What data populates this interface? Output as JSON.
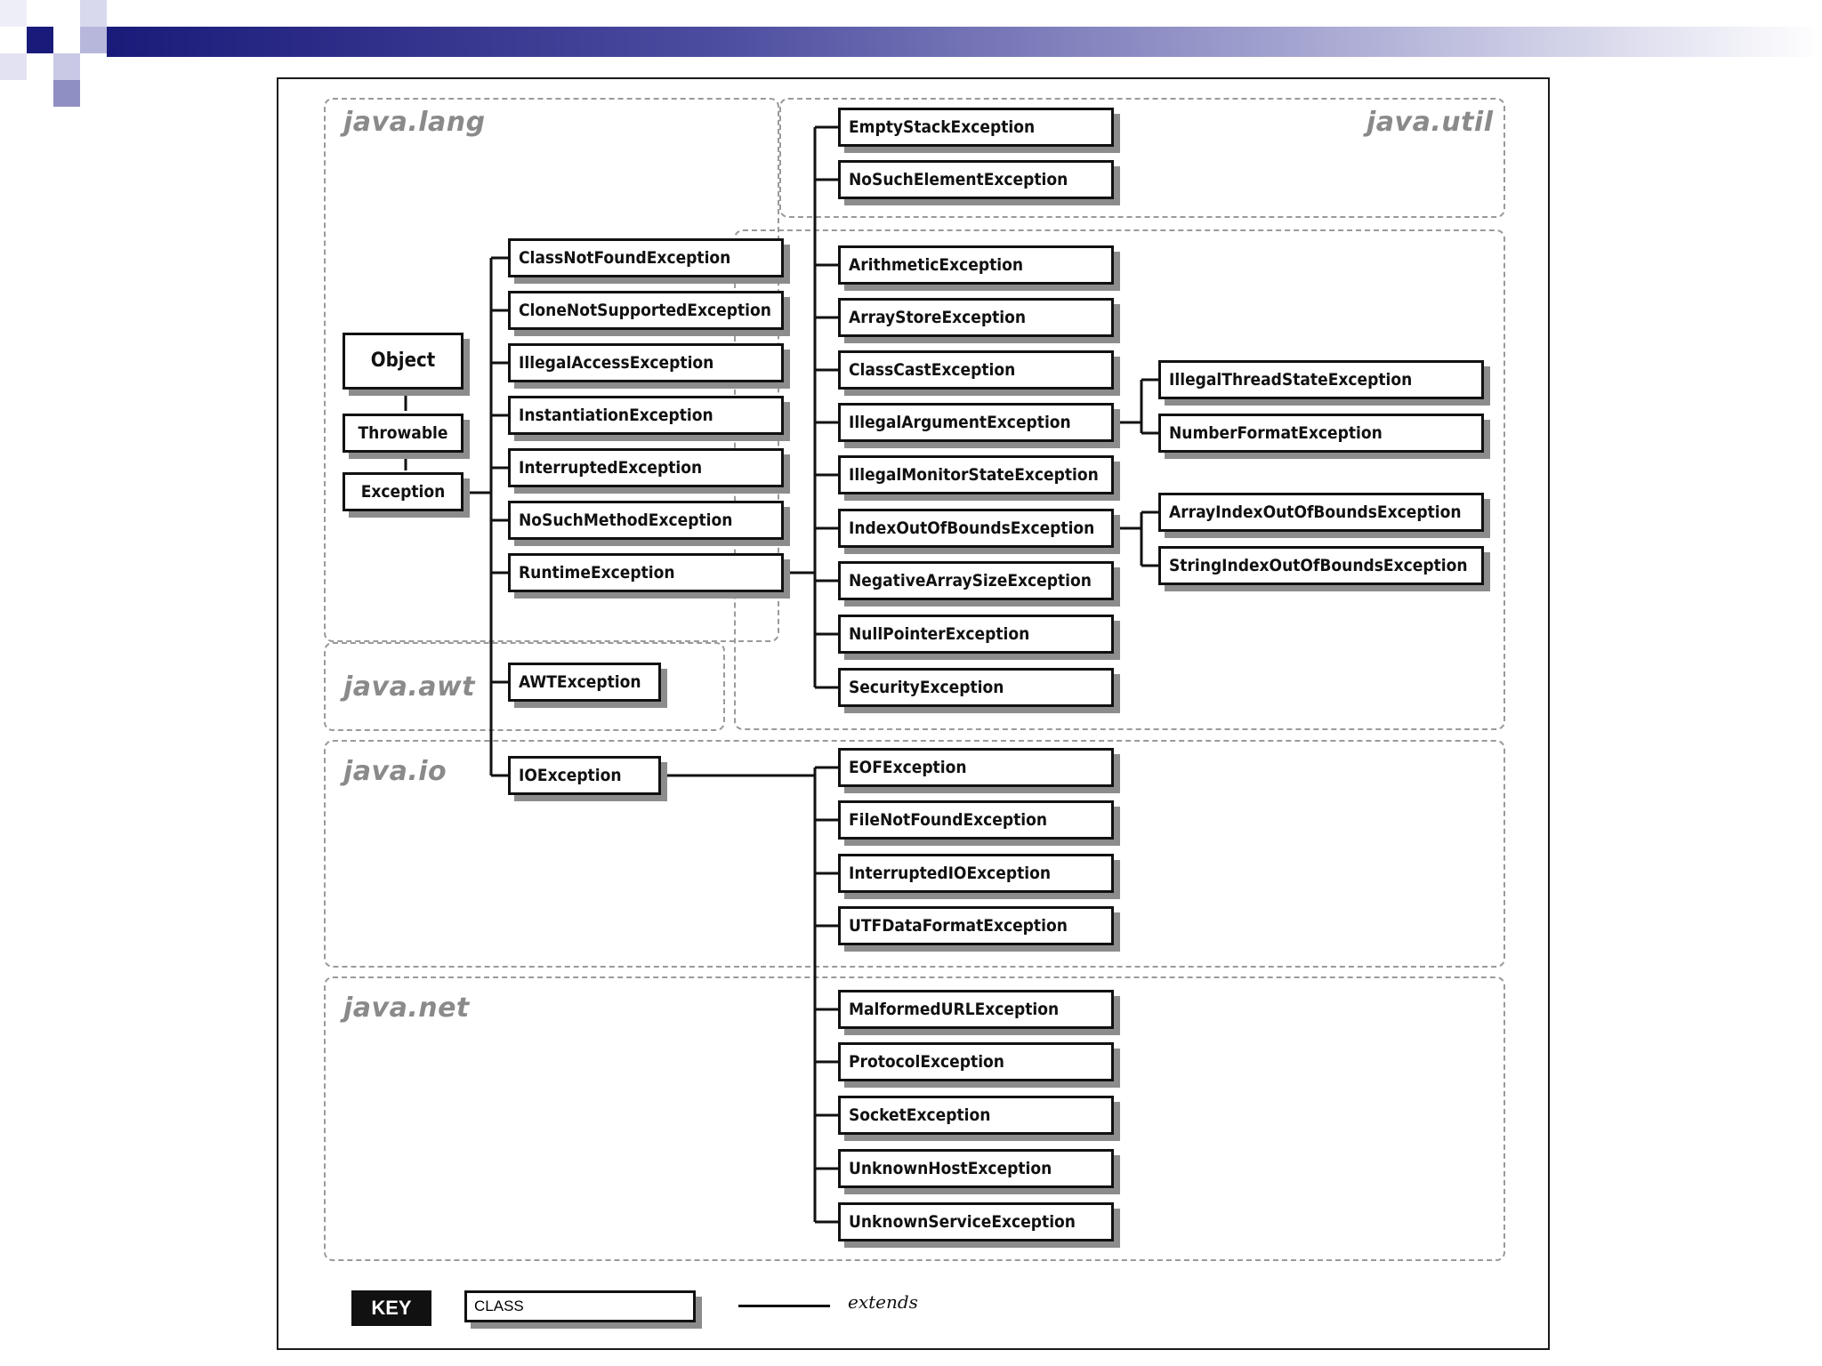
{
  "slide": {
    "banner_colors": [
      "#1a1a7a",
      "#4b4b9f",
      "#a6a6d2",
      "#ffffff"
    ]
  },
  "packages": {
    "java_lang": "java.lang",
    "java_util": "java.util",
    "java_awt": "java.awt",
    "java_io": "java.io",
    "java_net": "java.net"
  },
  "classes": {
    "object": "Object",
    "throwable": "Throwable",
    "exception": "Exception",
    "class_not_found": "ClassNotFoundException",
    "clone_not_supported": "CloneNotSupportedException",
    "illegal_access": "IllegalAccessException",
    "instantiation": "InstantiationException",
    "interrupted": "InterruptedException",
    "no_such_method": "NoSuchMethodException",
    "runtime": "RuntimeException",
    "awt": "AWTException",
    "io": "IOException",
    "empty_stack": "EmptyStackException",
    "no_such_element": "NoSuchElementException",
    "arithmetic": "ArithmeticException",
    "array_store": "ArrayStoreException",
    "class_cast": "ClassCastException",
    "illegal_argument": "IllegalArgumentException",
    "illegal_monitor_state": "IllegalMonitorStateException",
    "index_out_of_bounds": "IndexOutOfBoundsException",
    "negative_array_size": "NegativeArraySizeException",
    "null_pointer": "NullPointerException",
    "security": "SecurityException",
    "illegal_thread_state": "IllegalThreadStateException",
    "number_format": "NumberFormatException",
    "array_index_oob": "ArrayIndexOutOfBoundsException",
    "string_index_oob": "StringIndexOutOfBoundsException",
    "eof": "EOFException",
    "file_not_found": "FileNotFoundException",
    "interrupted_io": "InterruptedIOException",
    "utf_data_format": "UTFDataFormatException",
    "malformed_url": "MalformedURLException",
    "protocol": "ProtocolException",
    "socket": "SocketException",
    "unknown_host": "UnknownHostException",
    "unknown_service": "UnknownServiceException"
  },
  "key": {
    "badge": "KEY",
    "class_label": "CLASS",
    "extends_label": "extends"
  }
}
